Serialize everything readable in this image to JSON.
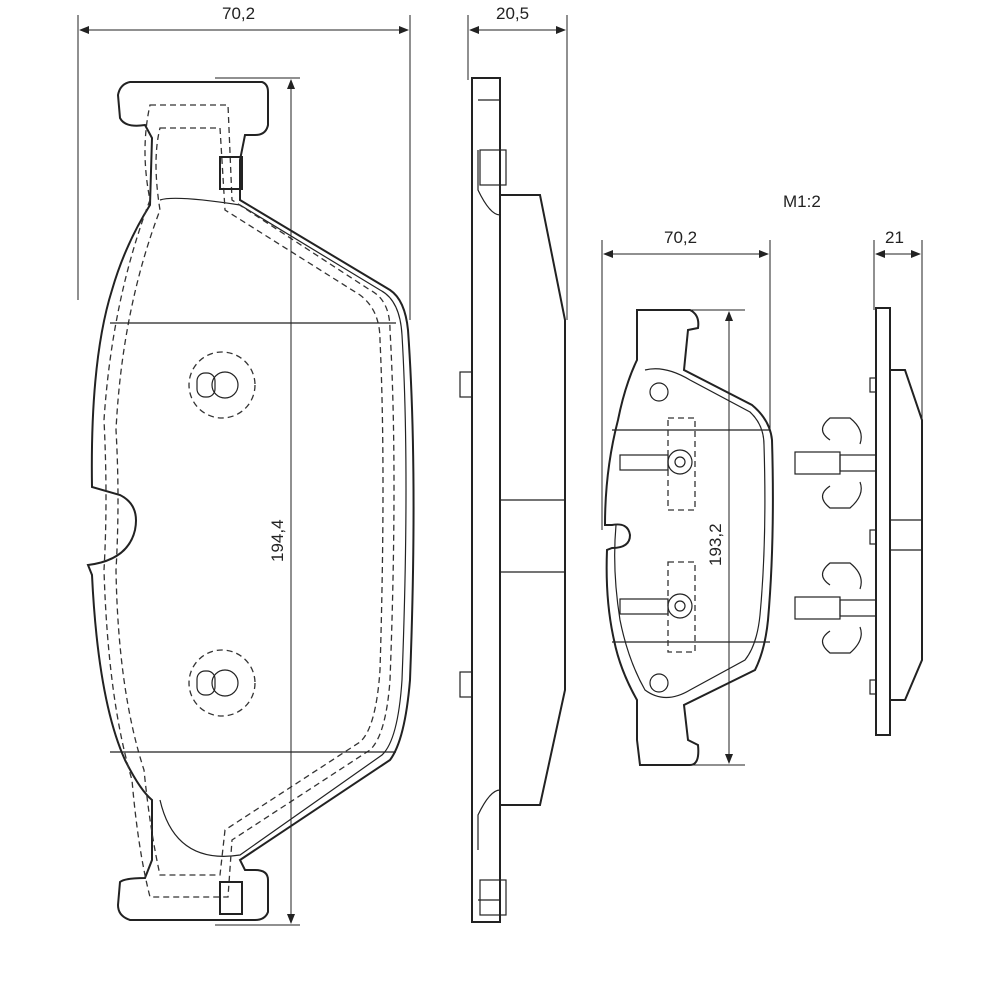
{
  "scale": "M1:2",
  "large_pad": {
    "width": "70,2",
    "height": "194,4",
    "thickness": "20,5"
  },
  "small_pad": {
    "width": "70,2",
    "height": "193,2",
    "thickness": "21"
  }
}
